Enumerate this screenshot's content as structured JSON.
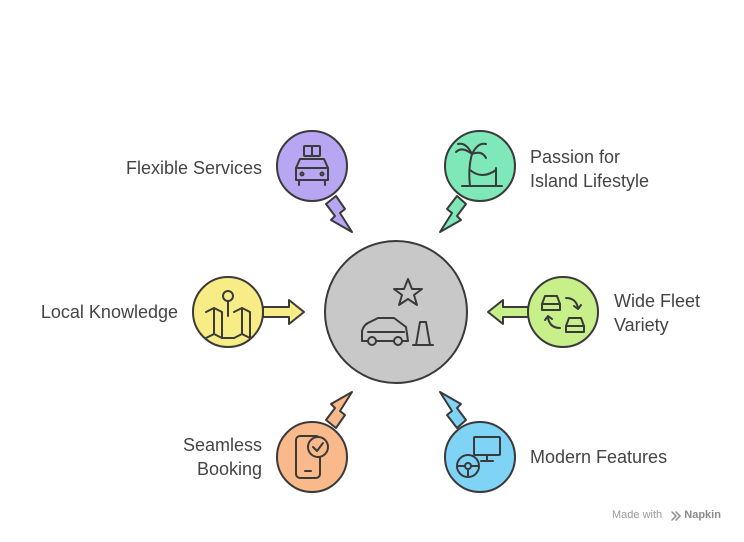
{
  "diagram": {
    "center": {
      "icon": "car-star-cone-icon",
      "color": "#c8c8c8"
    },
    "nodes": [
      {
        "id": "flexible-services",
        "lines": [
          "Flexible Services"
        ],
        "icon": "car-luggage-icon",
        "color": "#b9a6f2"
      },
      {
        "id": "passion-island",
        "lines": [
          "Passion for",
          "Island Lifestyle"
        ],
        "icon": "palm-hammock-icon",
        "color": "#7ee8b9"
      },
      {
        "id": "wide-fleet",
        "lines": [
          "Wide Fleet",
          "Variety"
        ],
        "icon": "car-swap-icon",
        "color": "#c8f08a"
      },
      {
        "id": "modern-features",
        "lines": [
          "Modern Features"
        ],
        "icon": "steering-monitor-icon",
        "color": "#7fd3f5"
      },
      {
        "id": "seamless-booking",
        "lines": [
          "Seamless",
          "Booking"
        ],
        "icon": "phone-check-icon",
        "color": "#f9b98a"
      },
      {
        "id": "local-knowledge",
        "lines": [
          "Local Knowledge"
        ],
        "icon": "map-pin-icon",
        "color": "#f8ec87"
      }
    ]
  },
  "watermark": {
    "prefix": "Made with",
    "brand": "Napkin"
  }
}
